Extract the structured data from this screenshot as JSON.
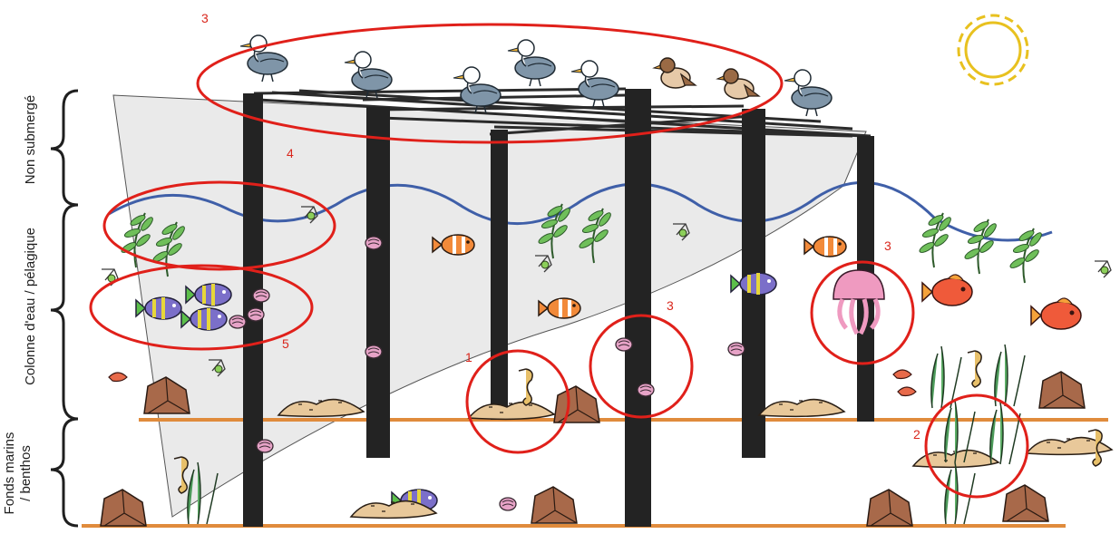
{
  "zones": {
    "emerged": "Non submergé",
    "water_column": "Colonne d'eau / pélagique",
    "seabed_line1": "Fonds marins",
    "seabed_line2": "/ benthos"
  },
  "callouts": {
    "birds_roof": "3",
    "algae_surface": "4",
    "fish_school": "5",
    "seahorse_sediment": "1",
    "shells_pillar": "3",
    "jellyfish": "3",
    "seagrass_bed": "2"
  },
  "colors": {
    "pillar": "#232323",
    "roof": "#2b2b2b",
    "wave": "#3f5fa8",
    "seabed": "#e08b3c",
    "callout": "#e0201a",
    "sun": "#e8c11f",
    "shade": "#d9d9d9"
  }
}
